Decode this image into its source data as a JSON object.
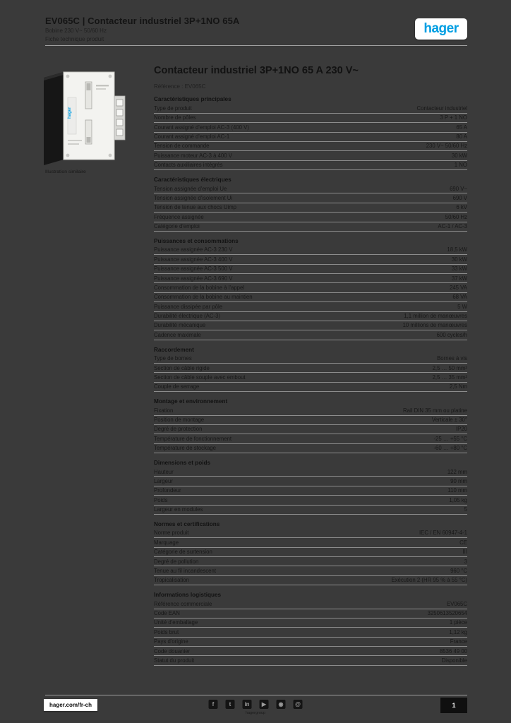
{
  "header": {
    "title": "EV065C | Contacteur industriel 3P+1NO 65A",
    "subtitle_line1": "Bobine 230 V~ 50/60 Hz",
    "subtitle_line2": "Fiche technique produit"
  },
  "logo": {
    "text": "hager",
    "color": "#009ee2"
  },
  "product": {
    "image_caption": "Illustration similaire",
    "image_label": "hager"
  },
  "main": {
    "title": "Contacteur industriel 3P+1NO 65 A 230 V~",
    "reference": "Référence : EV065C",
    "sections": [
      {
        "header": "Caractéristiques principales",
        "rows": [
          {
            "label": "Type de produit",
            "value": "Contacteur industriel"
          },
          {
            "label": "Nombre de pôles",
            "value": "3 P + 1 NO"
          },
          {
            "label": "Courant assigné d'emploi AC-3 (400 V)",
            "value": "65 A"
          },
          {
            "label": "Courant assigné d'emploi AC-1",
            "value": "80 A"
          },
          {
            "label": "Tension de commande",
            "value": "230 V~ 50/60 Hz"
          },
          {
            "label": "Puissance moteur AC-3 à 400 V",
            "value": "30 kW"
          },
          {
            "label": "Contacts auxiliaires intégrés",
            "value": "1 NO"
          }
        ]
      },
      {
        "header": "Caractéristiques électriques",
        "rows": [
          {
            "label": "Tension assignée d'emploi Ue",
            "value": "690 V~"
          },
          {
            "label": "Tension assignée d'isolement Ui",
            "value": "690 V"
          },
          {
            "label": "Tension de tenue aux chocs Uimp",
            "value": "6 kV"
          },
          {
            "label": "Fréquence assignée",
            "value": "50/60 Hz"
          },
          {
            "label": "Catégorie d'emploi",
            "value": "AC-1 / AC-3"
          }
        ]
      },
      {
        "header": "Puissances et consommations",
        "rows": [
          {
            "label": "Puissance assignée AC-3 230 V",
            "value": "18,5 kW"
          },
          {
            "label": "Puissance assignée AC-3 400 V",
            "value": "30 kW"
          },
          {
            "label": "Puissance assignée AC-3 500 V",
            "value": "33 kW"
          },
          {
            "label": "Puissance assignée AC-3 690 V",
            "value": "37 kW"
          },
          {
            "label": "Consommation de la bobine à l'appel",
            "value": "245 VA"
          },
          {
            "label": "Consommation de la bobine au maintien",
            "value": "68 VA"
          },
          {
            "label": "Puissance dissipée par pôle",
            "value": "5 W"
          },
          {
            "label": "Durabilité électrique (AC-3)",
            "value": "1,1 million de manœuvres"
          },
          {
            "label": "Durabilité mécanique",
            "value": "10 millions de manœuvres"
          },
          {
            "label": "Cadence maximale",
            "value": "600 cycles/h"
          }
        ]
      },
      {
        "header": "Raccordement",
        "rows": [
          {
            "label": "Type de bornes",
            "value": "Bornes à vis"
          },
          {
            "label": "Section de câble rigide",
            "value": "2,5 … 50 mm²"
          },
          {
            "label": "Section de câble souple avec embout",
            "value": "2,5 … 35 mm²"
          },
          {
            "label": "Couple de serrage",
            "value": "2,5 Nm"
          }
        ]
      },
      {
        "header": "Montage et environnement",
        "rows": [
          {
            "label": "Fixation",
            "value": "Rail DIN 35 mm ou platine"
          },
          {
            "label": "Position de montage",
            "value": "Verticale ± 30°"
          },
          {
            "label": "Degré de protection",
            "value": "IP20"
          },
          {
            "label": "Température de fonctionnement",
            "value": "-25 … +55 °C"
          },
          {
            "label": "Température de stockage",
            "value": "-60 … +80 °C"
          }
        ]
      },
      {
        "header": "Dimensions et poids",
        "rows": [
          {
            "label": "Hauteur",
            "value": "122 mm"
          },
          {
            "label": "Largeur",
            "value": "90 mm"
          },
          {
            "label": "Profondeur",
            "value": "110 mm"
          },
          {
            "label": "Poids",
            "value": "1,05 kg"
          },
          {
            "label": "Largeur en modules",
            "value": "5"
          }
        ]
      },
      {
        "header": "Normes et certifications",
        "rows": [
          {
            "label": "Norme produit",
            "value": "IEC / EN 60947-4-1"
          },
          {
            "label": "Marquage",
            "value": "CE"
          },
          {
            "label": "Catégorie de surtension",
            "value": "III"
          },
          {
            "label": "Degré de pollution",
            "value": "3"
          },
          {
            "label": "Tenue au fil incandescent",
            "value": "960 °C"
          },
          {
            "label": "Tropicalisation",
            "value": "Exécution 2 (HR 95 % à 55 °C)"
          }
        ]
      },
      {
        "header": "Informations logistiques",
        "rows": [
          {
            "label": "Référence commerciale",
            "value": "EV065C"
          },
          {
            "label": "Code EAN",
            "value": "3250613520654"
          },
          {
            "label": "Unité d'emballage",
            "value": "1 pièce"
          },
          {
            "label": "Poids brut",
            "value": "1,12 kg"
          },
          {
            "label": "Pays d'origine",
            "value": "France"
          },
          {
            "label": "Code douanier",
            "value": "8536 49 00"
          },
          {
            "label": "Statut du produit",
            "value": "Disponible"
          }
        ]
      }
    ]
  },
  "footer": {
    "link": "hager.com/fr-ch",
    "icons": [
      {
        "name": "facebook-icon",
        "glyph": "f"
      },
      {
        "name": "twitter-icon",
        "glyph": "t"
      },
      {
        "name": "linkedin-icon",
        "glyph": "in"
      },
      {
        "name": "youtube-icon",
        "glyph": "▶"
      },
      {
        "name": "instagram-icon",
        "glyph": "◉"
      },
      {
        "name": "email-icon",
        "glyph": "@"
      }
    ],
    "icons_caption": "hagergroup",
    "page_number": "1"
  },
  "colors": {
    "background": "#3a3a3a",
    "accent_blue": "#009ee2",
    "text": "#1c1c1c"
  }
}
